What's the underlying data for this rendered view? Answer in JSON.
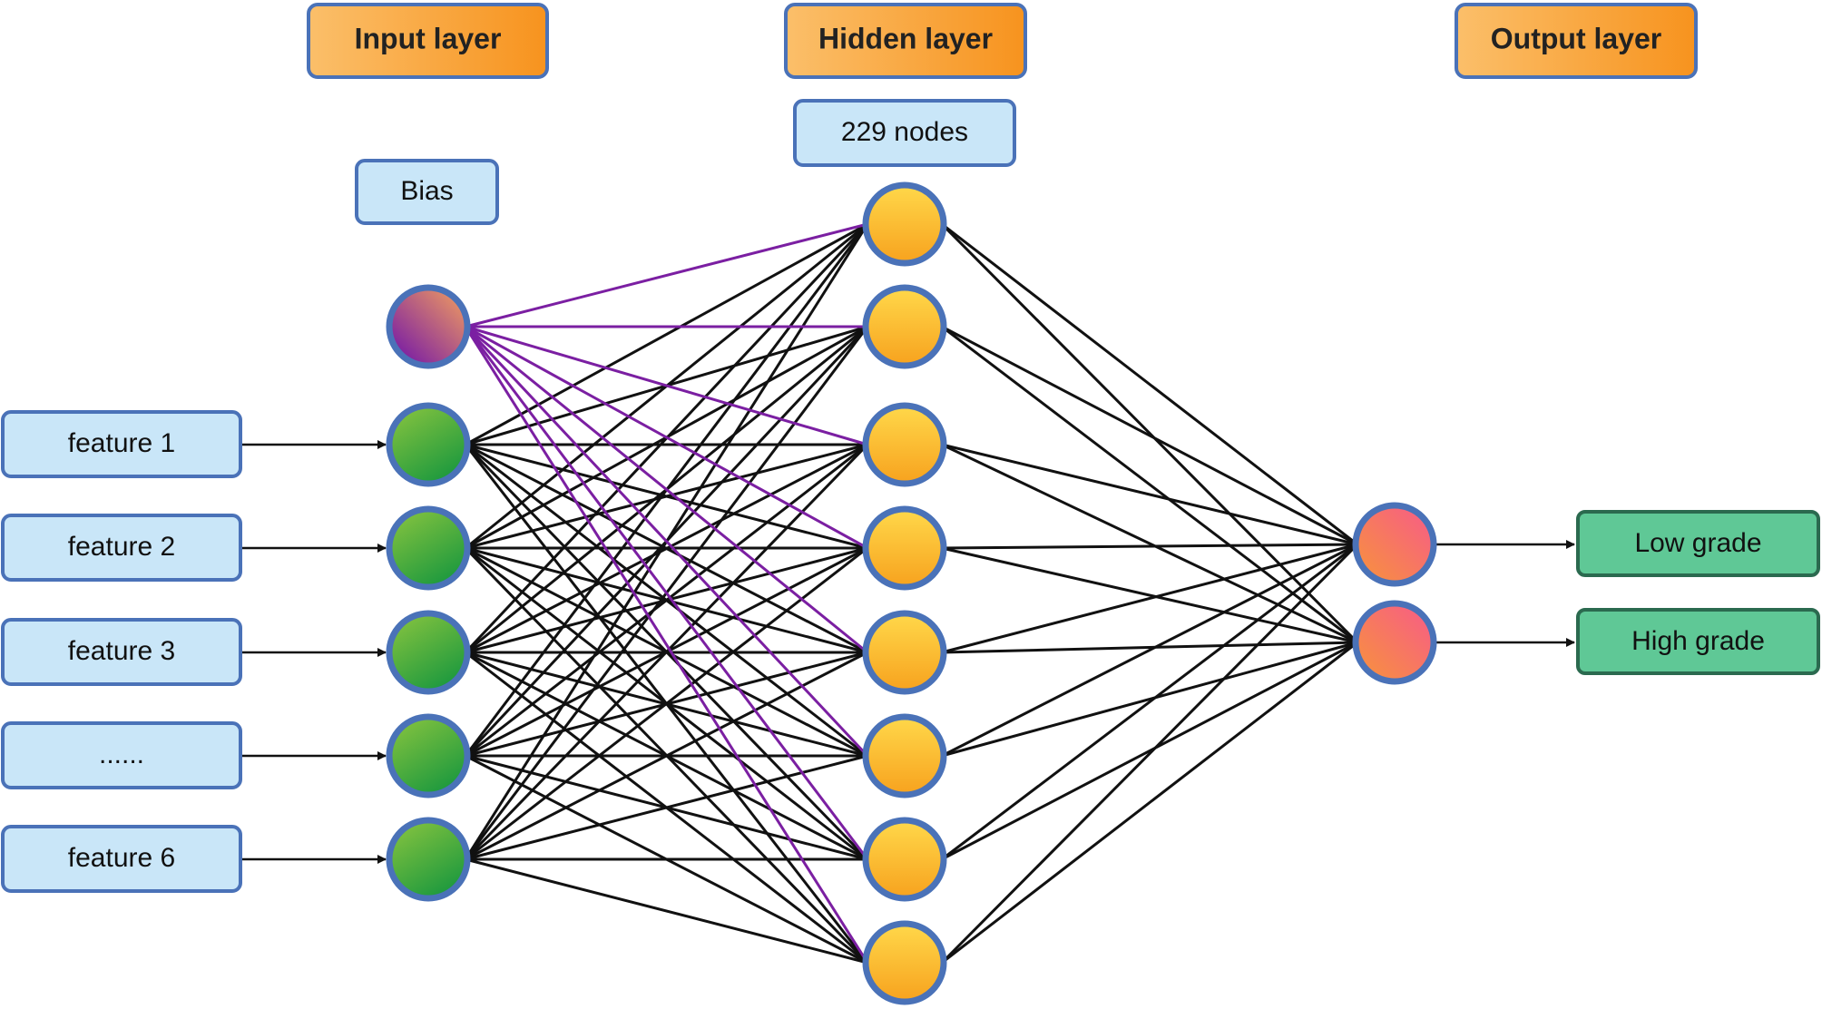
{
  "layers": {
    "input_title": "Input layer",
    "hidden_title": "Hidden layer",
    "output_title": "Output layer",
    "hidden_nodes_label": "229 nodes",
    "bias_label": "Bias"
  },
  "inputs": [
    {
      "label": "feature 1"
    },
    {
      "label": "feature 2"
    },
    {
      "label": "feature 3"
    },
    {
      "label": "......"
    },
    {
      "label": "feature 6"
    }
  ],
  "outputs": [
    {
      "label": "Low grade"
    },
    {
      "label": "High grade"
    }
  ],
  "hidden_node_count_drawn": 8,
  "colors": {
    "title_fill_start": "#fbbf6a",
    "title_fill_end": "#f7931e",
    "title_border": "#4a72b8",
    "label_fill": "#c9e6f8",
    "label_border": "#4a72b8",
    "output_label_fill": "#5fc896",
    "output_label_border": "#2b6a4f",
    "node_border": "#4a72b8",
    "input_node_start": "#8dc63f",
    "input_node_end": "#1f9a3e",
    "bias_node_start": "#f7a35c",
    "bias_node_end": "#6a0dad",
    "hidden_node_start": "#ffd84a",
    "hidden_node_end": "#f7a21e",
    "output_node_start": "#f75a8a",
    "output_node_end": "#f7943a",
    "edge": "#111111",
    "bias_edge": "#7b1fa2"
  }
}
